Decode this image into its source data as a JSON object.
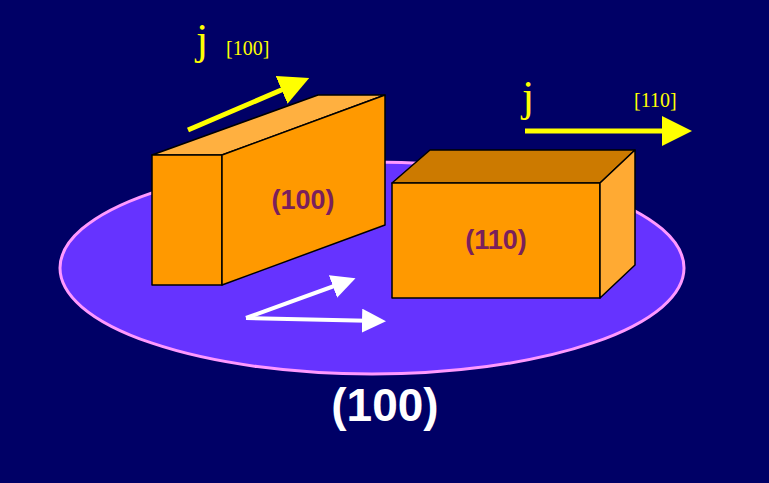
{
  "diagram": {
    "nodes": [
      {
        "text": [
          "(100)"
        ]
      },
      {
        "text": [
          "(110)"
        ]
      }
    ],
    "labels": [
      "j",
      "[100]",
      "j",
      "[110]",
      "(100)"
    ]
  }
}
